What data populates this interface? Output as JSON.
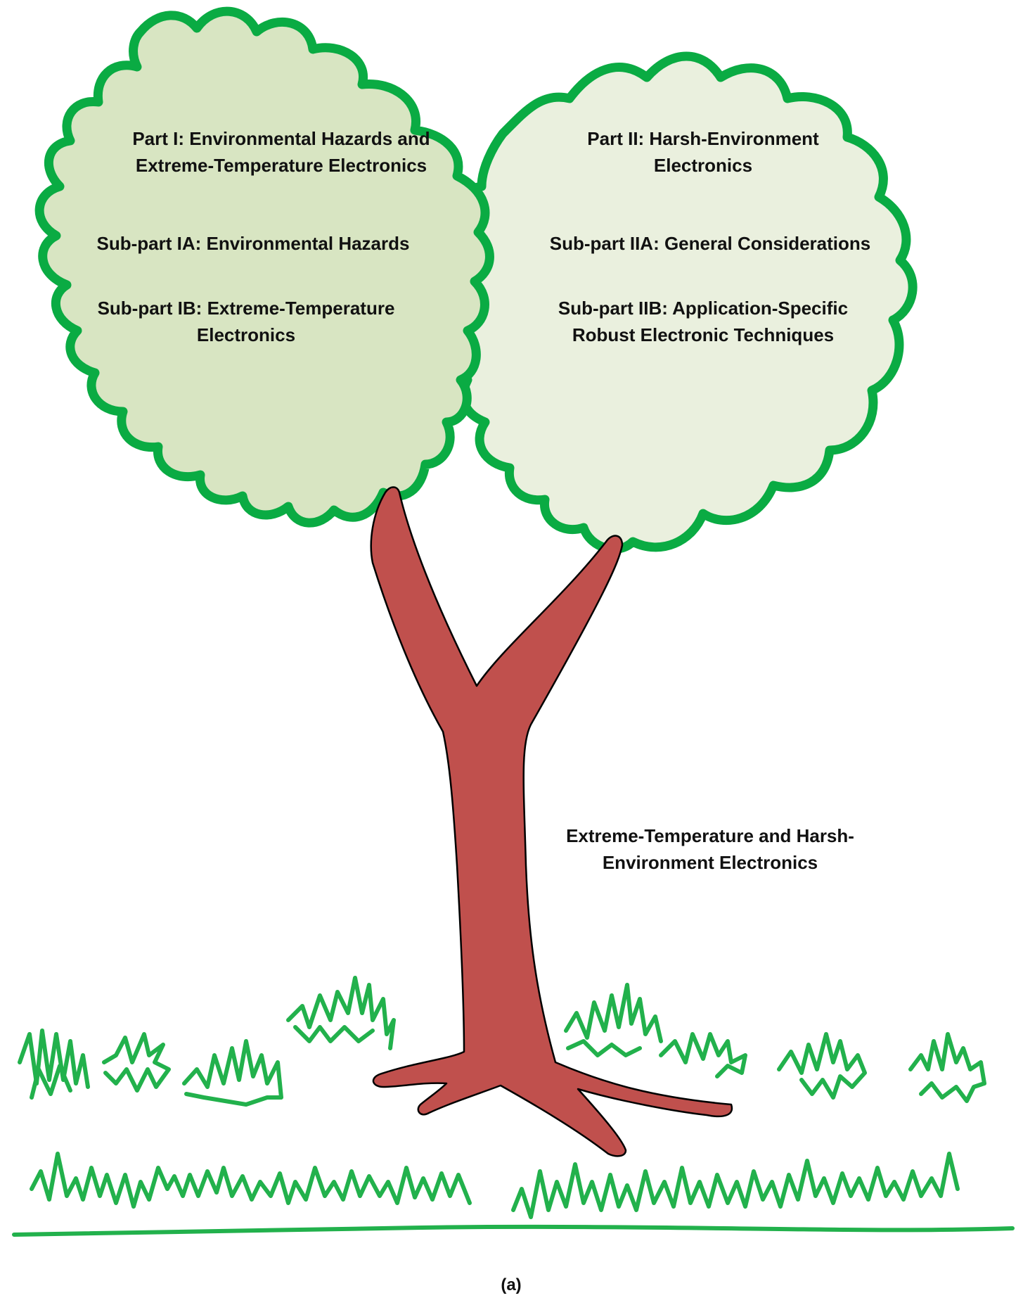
{
  "colors": {
    "outline_green": "#0aab43",
    "left_canopy_fill": "#d8e5c2",
    "right_canopy_fill": "#eaf0de",
    "trunk_fill": "#c0504d",
    "trunk_stroke": "#000000",
    "grass": "#22b14c"
  },
  "left_canopy": {
    "title": [
      "Part I: Environmental Hazards and",
      "Extreme-Temperature Electronics"
    ],
    "sub_a": [
      "Sub-part IA: Environmental Hazards"
    ],
    "sub_b": [
      "Sub-part IB: Extreme-Temperature",
      "Electronics"
    ]
  },
  "right_canopy": {
    "title": [
      "Part II: Harsh-Environment",
      "Electronics"
    ],
    "sub_a": [
      "Sub-part IIA: General Considerations"
    ],
    "sub_b": [
      "Sub-part IIB: Application-Specific",
      "Robust Electronic Techniques"
    ]
  },
  "trunk_label": [
    "Extreme-Temperature and Harsh-",
    "Environment Electronics"
  ],
  "caption": "(a)"
}
